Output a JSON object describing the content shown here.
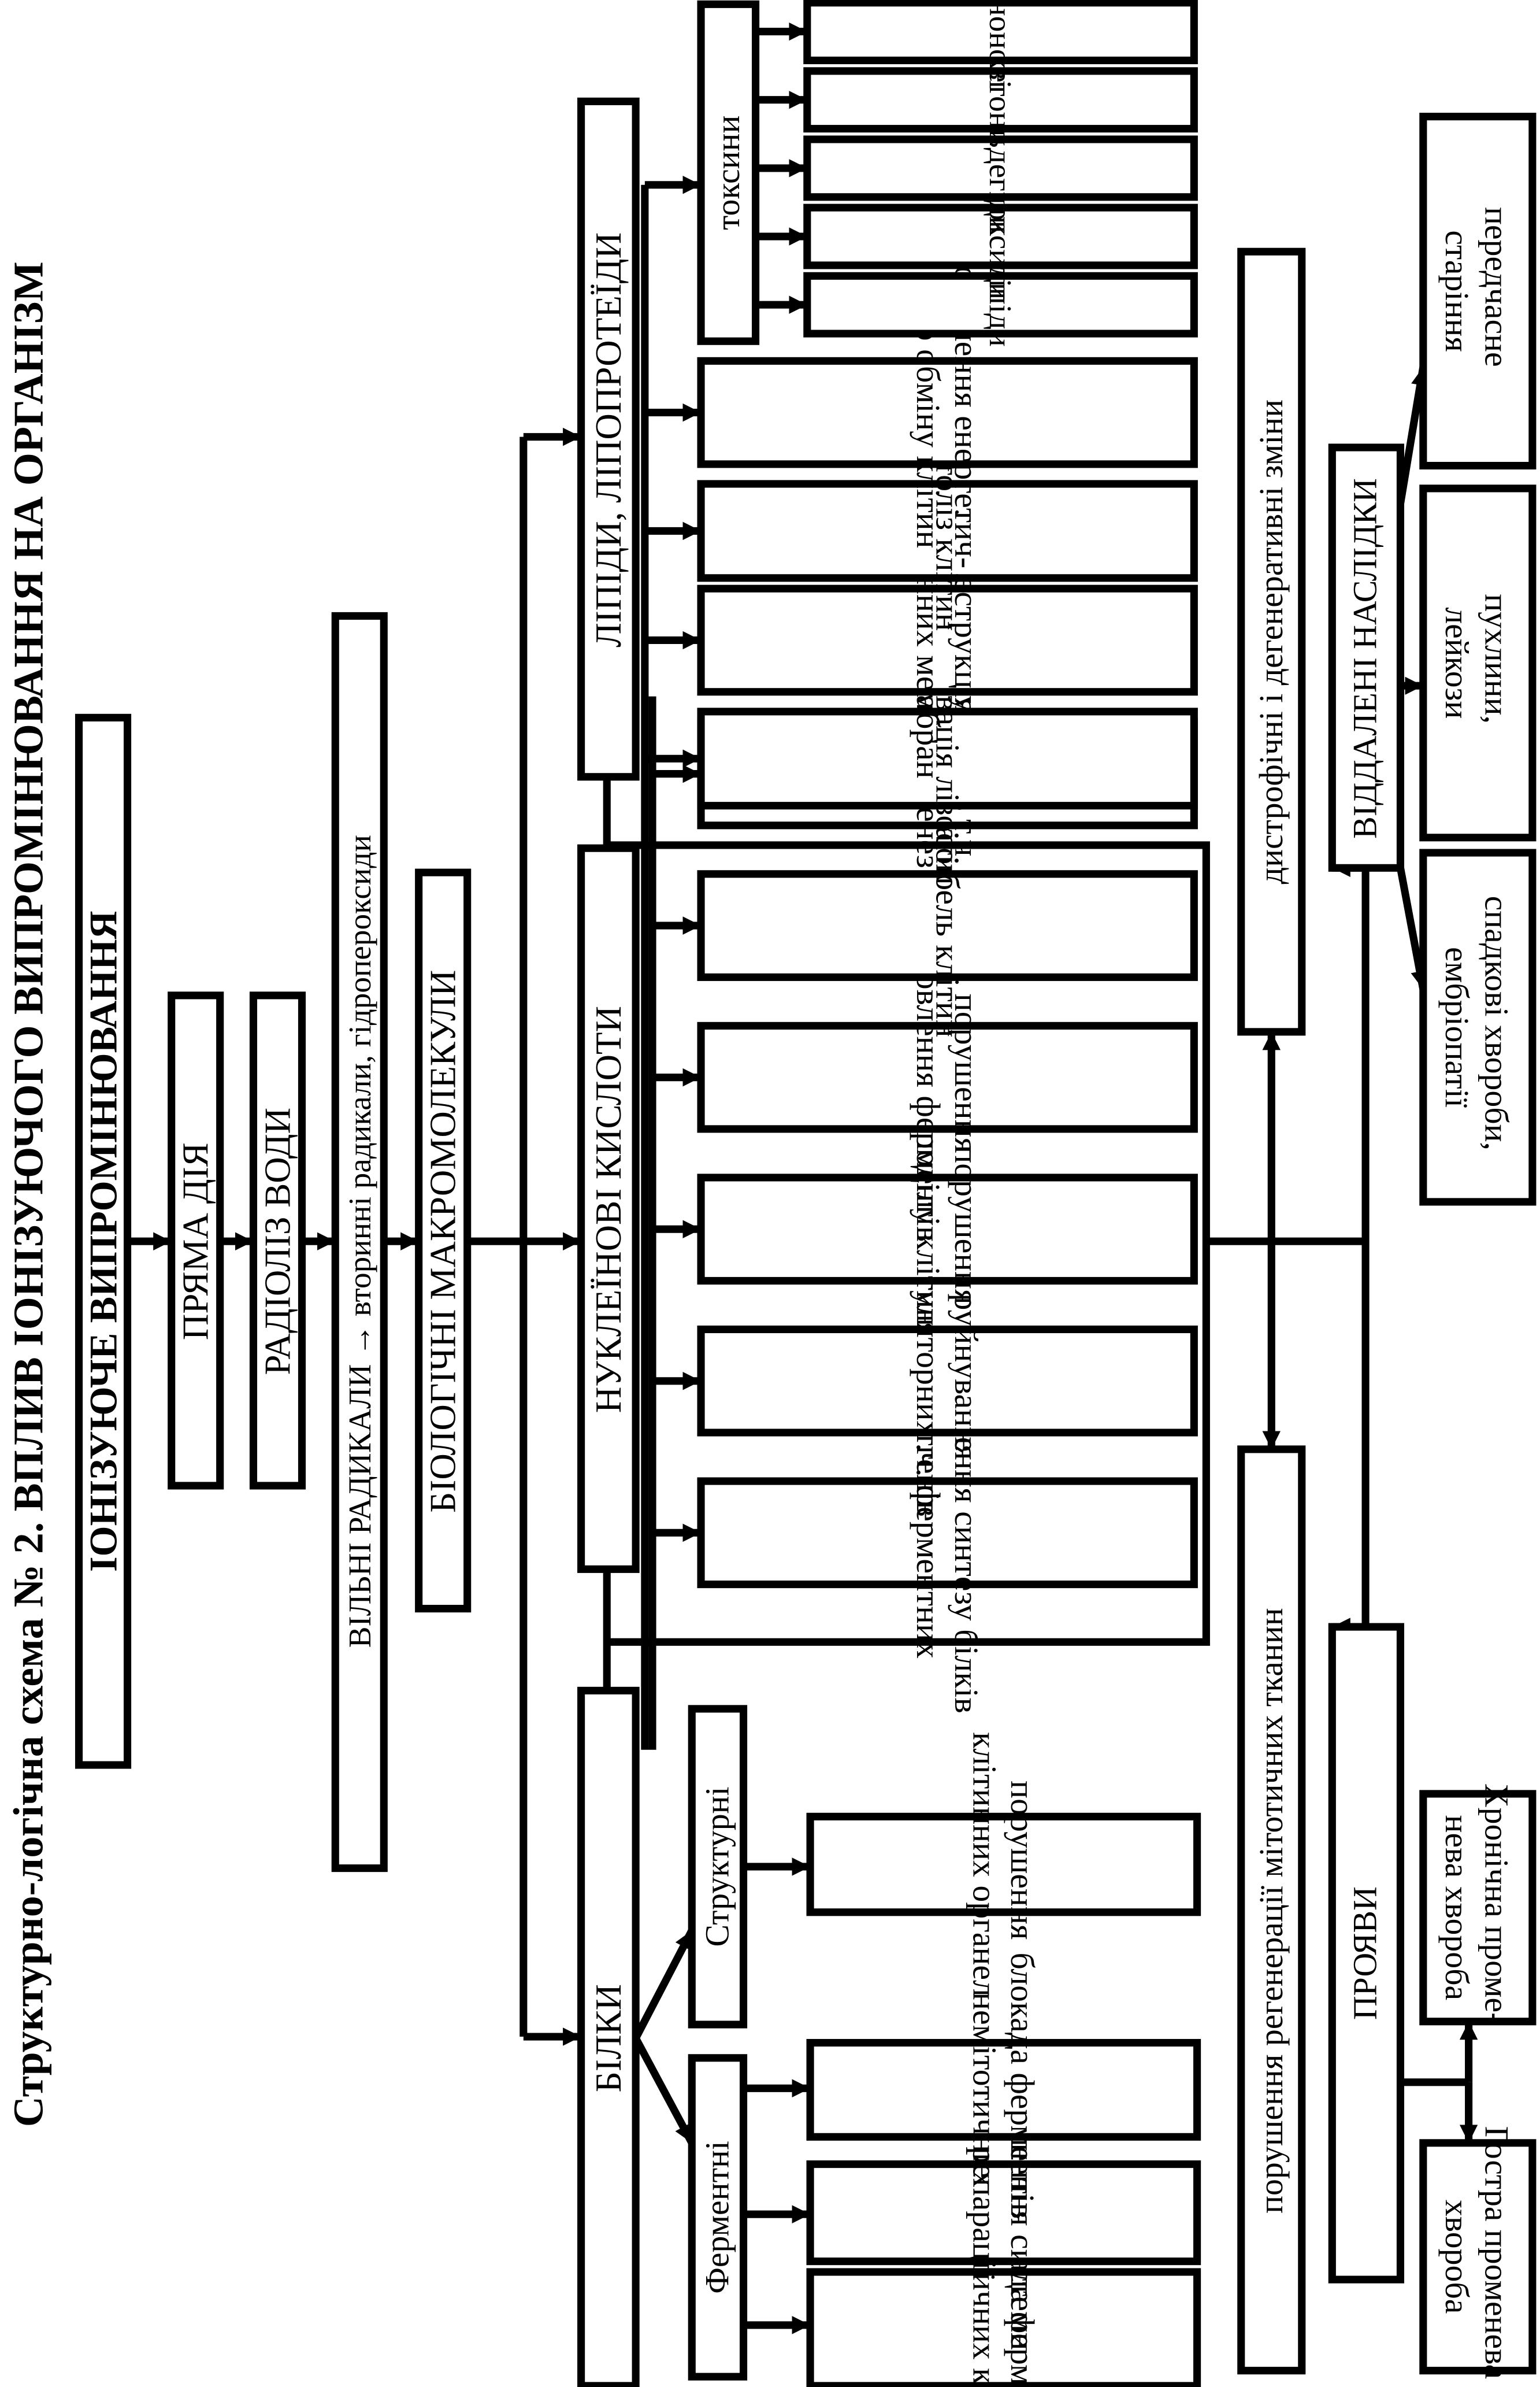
{
  "title": "Структурно-логічна схема № 2. ВПЛИВ ІОНІЗУЮЧОГО ВИПРОМІНЮВАННЯ НА ОРГАНІЗМ",
  "chain": {
    "ionizing": "ІОНІЗУЮЧЕ ВИПРОМІНЮВАННЯ",
    "direct": "ПРЯМА ДІЯ",
    "radiolysis": "РАДІОЛІЗ ВОДИ",
    "radicals": "ВІЛЬНІ РАДИКАЛИ → вторинні радикали, гідропероксиди",
    "macromolecules": "БІОЛОГІЧНІ МАКРОМОЛЕКУЛИ"
  },
  "proteins": {
    "label": "БІЛКИ",
    "enzymatic": {
      "label": "Ферментні",
      "items": [
        [
          "блокада ферментів",
          "мітотичних клітин"
        ],
        [
          "порушення системи",
          "репарації"
        ],
        [
          "блокада ферментів",
          "немітотичних"
        ]
      ]
    },
    "structural": {
      "label": "Структурні",
      "items": [
        [
          "порушення",
          "клітинних органел"
        ]
      ]
    }
  },
  "nucleic": {
    "label": "НУКЛЕЇНОВІ КИСЛОТИ",
    "items": [
      [
        "порушення синтезу білків",
        "в т.ч. ферментних"
      ],
      [
        "руйнування",
        "регуляторних генів"
      ],
      [
        "порушення",
        "поділу клітин"
      ],
      [
        "порушення",
        "відновлення ферментів"
      ],
      [
        "загибель клітин"
      ],
      [
        "мутації, в т.ч.",
        "канцерогенез"
      ]
    ]
  },
  "lipids": {
    "label": "ЛІПІДИ, ЛІПОПРОТЕЇДИ",
    "items": [
      [
        "активація лізосом"
      ],
      [
        "деструкція",
        "клітинних мембран"
      ],
      [
        "автоліз клітин"
      ],
      [
        "порушення енергетич-",
        "ного обміну клітин"
      ]
    ],
    "toxins": {
      "label": "токсини",
      "items": [
        "ліпіди",
        "епоксиди",
        "альдегіди",
        "кетони",
        "хінонові"
      ]
    }
  },
  "effects": {
    "regeneration": "порушення регенерації мітотичних тканин",
    "dystrophic": "дистрофічні і дегенеративні зміни",
    "manifestations": "ПРОЯВИ",
    "acute": [
      "Гостра променева",
      "хвороба"
    ],
    "chronic": [
      "Хронічна проме-",
      "нева хвороба"
    ],
    "remote": "ВІДДАЛЕНІ НАСЛІДКИ",
    "hereditary": [
      "спадкові хвороби,",
      "ембріопатії"
    ],
    "tumors": [
      "пухлини,",
      "лейкози"
    ],
    "aging": [
      "передчасне",
      "старіння"
    ]
  }
}
